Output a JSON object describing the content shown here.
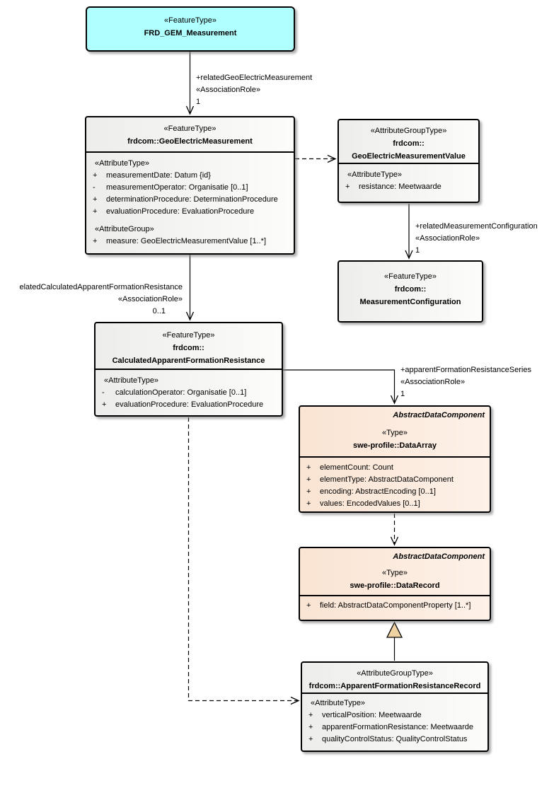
{
  "diagram": {
    "kind": "UML class diagram"
  },
  "colors": {
    "feature_highlight_fill": "#b0ffff",
    "class_fill_start": "#ededeb",
    "class_fill_end": "#fcfcfa",
    "swe_profile_fill_start": "#fae4d3",
    "swe_profile_fill_end": "#fdf1e8",
    "generalization_triangle_fill": "#eed2a2",
    "border": "#000000"
  },
  "boxes": {
    "frd_gem": {
      "stereotype": "«FeatureType»",
      "name": "FRD_GEM_Measurement"
    },
    "geo_electric": {
      "stereotype": "«FeatureType»",
      "name": "frdcom::GeoElectricMeasurement",
      "attr_type_label": "«AttributeType»",
      "attrs": [
        {
          "vis": "+",
          "text": "measurementDate: Datum {id}"
        },
        {
          "vis": "-",
          "text": "measurementOperator: Organisatie [0..1]"
        },
        {
          "vis": "+",
          "text": "determinationProcedure: DeterminationProcedure"
        },
        {
          "vis": "+",
          "text": "evaluationProcedure: EvaluationProcedure"
        }
      ],
      "attr_group_label": "«AttributeGroup»",
      "group_attrs": [
        {
          "vis": "+",
          "text": "measure: GeoElectricMeasurementValue [1..*]"
        }
      ]
    },
    "gem_value": {
      "stereotype": "«AttributeGroupType»",
      "name_line1": "frdcom::",
      "name_line2": "GeoElectricMeasurementValue",
      "attr_type_label": "«AttributeType»",
      "attrs": [
        {
          "vis": "+",
          "text": "resistance: Meetwaarde"
        }
      ]
    },
    "meas_config": {
      "stereotype": "«FeatureType»",
      "name_line1": "frdcom::",
      "name_line2": "MeasurementConfiguration"
    },
    "calculated": {
      "stereotype": "«FeatureType»",
      "name_line1": "frdcom::",
      "name_line2": "CalculatedApparentFormationResistance",
      "attr_type_label": "«AttributeType»",
      "attrs": [
        {
          "vis": "-",
          "text": "calculationOperator: Organisatie [0..1]"
        },
        {
          "vis": "+",
          "text": "evaluationProcedure: EvaluationProcedure"
        }
      ]
    },
    "data_array": {
      "parent": "AbstractDataComponent",
      "stereotype": "«Type»",
      "name": "swe-profile::DataArray",
      "attrs": [
        {
          "vis": "+",
          "text": "elementCount: Count"
        },
        {
          "vis": "+",
          "text": "elementType: AbstractDataComponent"
        },
        {
          "vis": "+",
          "text": "encoding: AbstractEncoding [0..1]"
        },
        {
          "vis": "+",
          "text": "values: EncodedValues [0..1]"
        }
      ]
    },
    "data_record": {
      "parent": "AbstractDataComponent",
      "stereotype": "«Type»",
      "name": "swe-profile::DataRecord",
      "attrs": [
        {
          "vis": "+",
          "text": "field: AbstractDataComponentProperty [1..*]"
        }
      ]
    },
    "afr_record": {
      "stereotype": "«AttributeGroupType»",
      "name": "frdcom::ApparentFormationResistanceRecord",
      "attr_type_label": "«AttributeType»",
      "attrs": [
        {
          "vis": "+",
          "text": "verticalPosition: Meetwaarde"
        },
        {
          "vis": "+",
          "text": "apparentFormationResistance: Meetwaarde"
        },
        {
          "vis": "+",
          "text": "qualityControlStatus: QualityControlStatus"
        }
      ]
    }
  },
  "connector_labels": {
    "to_geo_electric": {
      "role": "+relatedGeoElectricMeasurement",
      "stereotype": "«AssociationRole»",
      "multiplicity": "1"
    },
    "to_calculated": {
      "role": "elatedCalculatedApparentFormationResistance",
      "stereotype": "«AssociationRole»",
      "multiplicity": "0..1"
    },
    "to_meas_config": {
      "role": "+relatedMeasurementConfiguration",
      "stereotype": "«AssociationRole»",
      "multiplicity": "1"
    },
    "to_data_array": {
      "role": "+apparentFormationResistanceSeries",
      "stereotype": "«AssociationRole»",
      "multiplicity": "1"
    }
  }
}
